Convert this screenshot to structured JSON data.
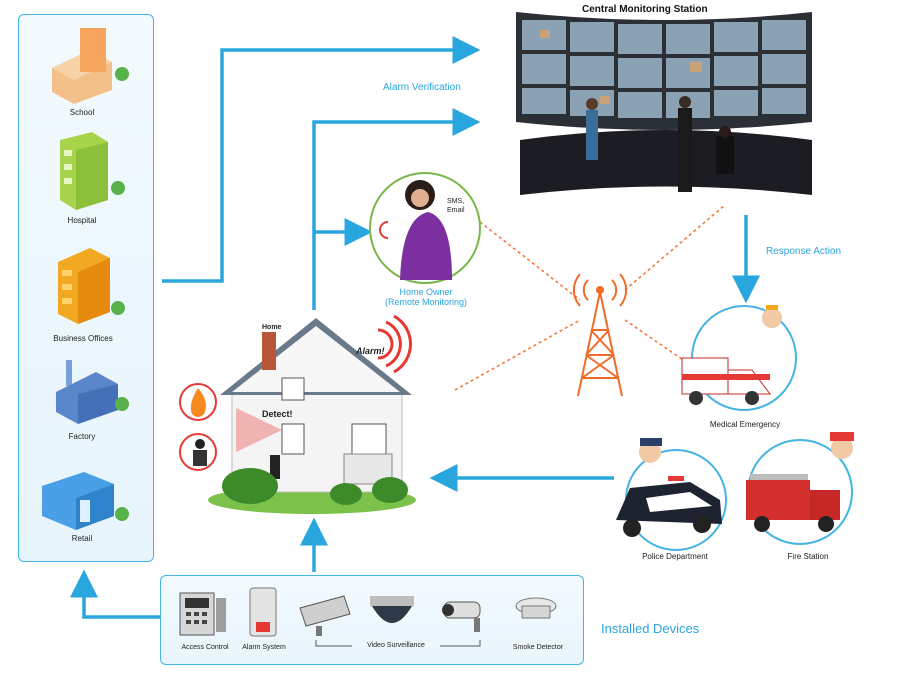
{
  "central_station": {
    "title": "Central Monitoring Station"
  },
  "facilities": [
    {
      "label": "School",
      "icon": "school-icon"
    },
    {
      "label": "Hospital",
      "icon": "hospital-icon"
    },
    {
      "label": "Business Offices",
      "icon": "business-offices-icon"
    },
    {
      "label": "Factory",
      "icon": "factory-icon"
    },
    {
      "label": "Retail",
      "icon": "retail-icon"
    }
  ],
  "arrows": {
    "alarm_verification": "Alarm Verification",
    "response_action": "Response Action"
  },
  "home_owner": {
    "sms_email": "SMS,\nEmail",
    "label_line1": "Home Owner",
    "label_line2": "(Remote Monitoring)"
  },
  "home": {
    "label": "Home",
    "alarm": "Alarm!",
    "detect": "Detect!"
  },
  "responders": [
    {
      "label": "Medical Emergency",
      "icon": "ambulance-icon"
    },
    {
      "label": "Police Department",
      "icon": "police-car-icon"
    },
    {
      "label": "Fire Station",
      "icon": "fire-truck-icon"
    }
  ],
  "devices": {
    "title": "Installed Devices",
    "items": [
      {
        "label": "Access Control",
        "icon": "access-control-icon"
      },
      {
        "label": "Alarm System",
        "icon": "alarm-system-icon"
      },
      {
        "label": "Video Surveillance",
        "icon": "video-surveillance-icon"
      },
      {
        "label": "Smoke Detector",
        "icon": "smoke-detector-icon"
      }
    ]
  },
  "colors": {
    "arrow_blue": "#2aa6df",
    "dotted_orange": "#f47a3a",
    "panel_border": "#45b3e3"
  }
}
